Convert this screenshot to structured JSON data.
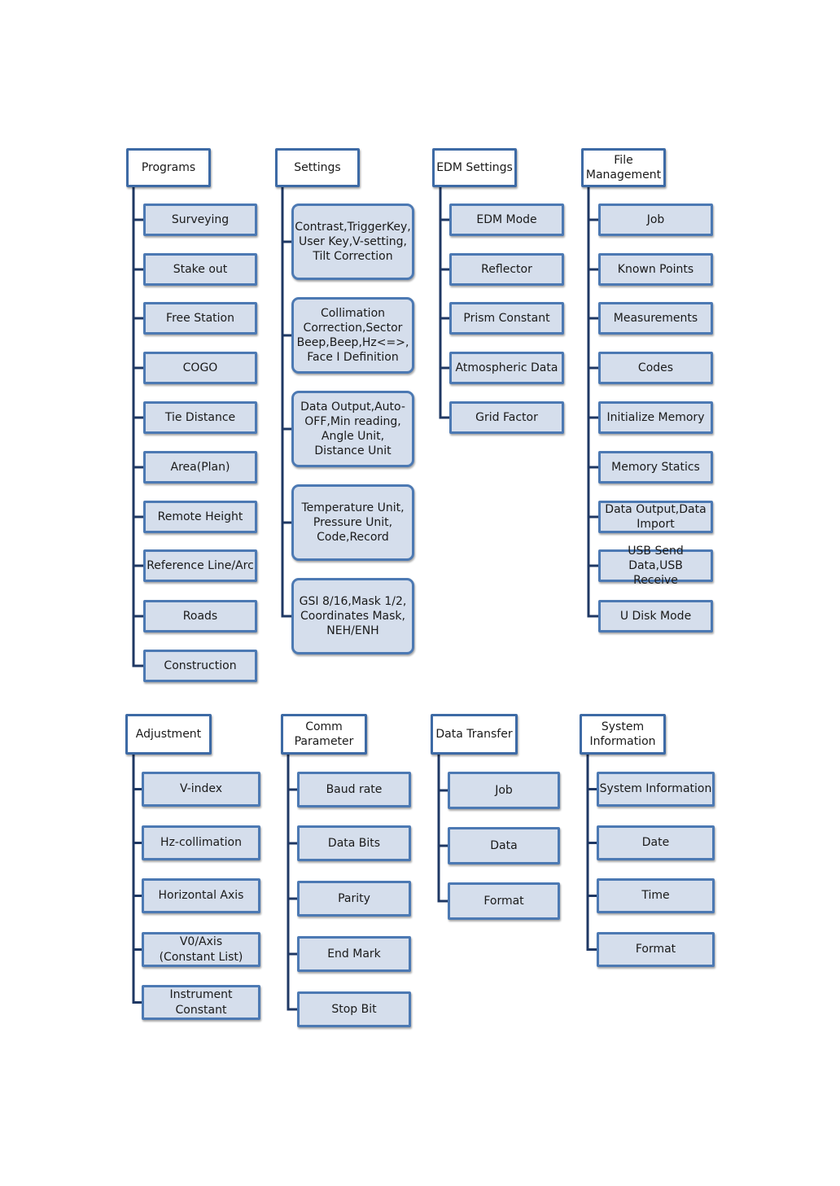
{
  "colors": {
    "connector": "#1f3864",
    "box_fill": "#d5deec",
    "box_border": "#4c79b3",
    "header_border": "#3d6aa5"
  },
  "menus": [
    {
      "id": "programs",
      "title": "Programs",
      "items": [
        "Surveying",
        "Stake out",
        "Free Station",
        "COGO",
        "Tie Distance",
        "Area(Plan)",
        "Remote Height",
        "Reference Line/Arc",
        "Roads",
        "Construction"
      ]
    },
    {
      "id": "settings",
      "title": "Settings",
      "items": [
        "Contrast,TriggerKey,\nUser Key,V-setting,\nTilt Correction",
        "Collimation\nCorrection,Sector\nBeep,Beep,Hz<=>,\nFace I Definition",
        "Data Output,Auto-\nOFF,Min reading,\nAngle Unit,\nDistance Unit",
        "Temperature Unit,\nPressure Unit,\nCode,Record",
        "GSI 8/16,Mask 1/2,\nCoordinates Mask,\nNEH/ENH"
      ]
    },
    {
      "id": "edm-settings",
      "title": "EDM Settings",
      "items": [
        "EDM Mode",
        "Reflector",
        "Prism Constant",
        "Atmospheric Data",
        "Grid Factor"
      ]
    },
    {
      "id": "file-management",
      "title": "File\nManagement",
      "items": [
        "Job",
        "Known Points",
        "Measurements",
        "Codes",
        "Initialize Memory",
        "Memory Statics",
        "Data Output,Data\nImport",
        "USB Send Data,USB\nReceive",
        "U Disk Mode"
      ]
    },
    {
      "id": "adjustment",
      "title": "Adjustment",
      "items": [
        "V-index",
        "Hz-collimation",
        "Horizontal Axis",
        "V0/Axis\n(Constant List)",
        "Instrument\nConstant"
      ]
    },
    {
      "id": "comm-parameter",
      "title": "Comm\nParameter",
      "items": [
        "Baud rate",
        "Data Bits",
        "Parity",
        "End Mark",
        "Stop Bit"
      ]
    },
    {
      "id": "data-transfer",
      "title": "Data Transfer",
      "items": [
        "Job",
        "Data",
        "Format"
      ]
    },
    {
      "id": "system-information",
      "title": "System\nInformation",
      "items": [
        "System Information",
        "Date",
        "Time",
        "Format"
      ]
    }
  ]
}
